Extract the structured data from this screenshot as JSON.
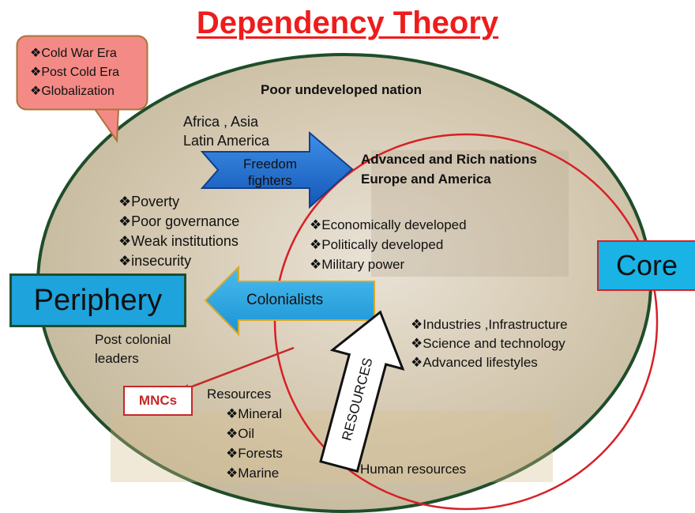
{
  "title": "Dependency Theory",
  "callout": {
    "items": [
      "Cold War Era",
      "Post Cold Era",
      "Globalization"
    ]
  },
  "periphery_region": {
    "heading": "Poor undeveloped nation",
    "regions_line1": "Africa , Asia",
    "regions_line2": "Latin America",
    "problems": [
      "Poverty",
      "Poor governance",
      "Weak institutions",
      "insecurity"
    ],
    "post_colonial_line1": "Post colonial",
    "post_colonial_line2": "leaders",
    "resources_heading": "Resources",
    "resources": [
      "Mineral",
      "Oil",
      "Forests",
      "Marine"
    ],
    "human_resources": "Human resources"
  },
  "core_region": {
    "heading_line1": "Advanced and Rich nations",
    "heading_line2": "Europe and America",
    "traits": [
      "Economically developed",
      "Politically developed",
      "Military power"
    ],
    "assets": [
      "Industries ,Infrastructure",
      "Science and technology",
      "Advanced lifestyles"
    ]
  },
  "labels": {
    "core": "Core",
    "periphery": "Periphery",
    "mncs": "MNCs",
    "colonialists": "Colonialists",
    "freedom_line1": "Freedom",
    "freedom_line2": "fighters",
    "resources_arrow": "RESOURCES"
  },
  "bullet_glyph": "❖",
  "colors": {
    "title": "#ee1c1c",
    "outer_ellipse_stroke": "#1f4d2a",
    "inner_ellipse_stroke": "#d81f26",
    "callout_fill": "#f48a86",
    "callout_stroke": "#a8743a",
    "core_box": "#1ab3e6",
    "periphery_box": "#1ea3dc",
    "colonialists_arrow": "#24a6e2",
    "freedom_arrow": "#1f78d6",
    "mncs": "#c62828"
  }
}
